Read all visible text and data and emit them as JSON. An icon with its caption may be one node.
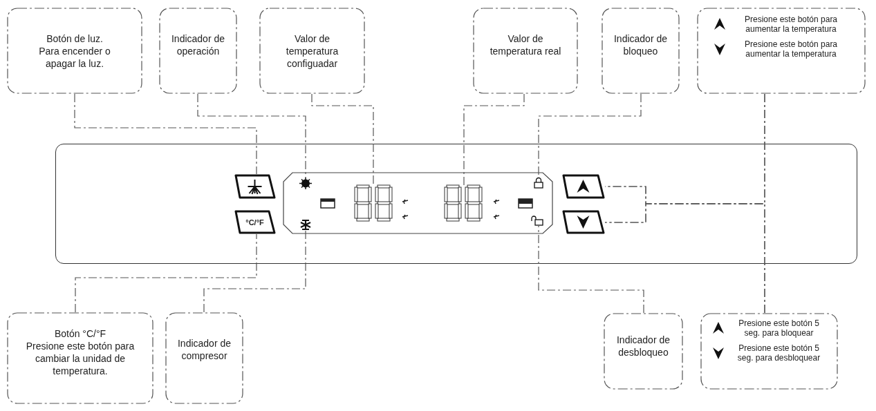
{
  "diagram": {
    "nodes": [
      {
        "text": [
          "Botón de luz.",
          "Para encender o apagar la luz."
        ]
      },
      {
        "text": [
          "Indicador de operación"
        ]
      },
      {
        "text": [
          "Valor de temperatura configuadar"
        ]
      },
      {
        "text": [
          "Valor de temperatura real"
        ]
      },
      {
        "text": [
          "Indicador de bloqueo"
        ]
      },
      {
        "text": [
          "Presione este botón para aumentar la temperatura",
          "Presione este botón para aumentar la temperatura"
        ]
      },
      {
        "text": [],
        "shape": "button"
      },
      {
        "text": [],
        "shape": "circle"
      },
      {
        "text": [],
        "shape": "display"
      },
      {
        "text": [],
        "shape": "display"
      },
      {
        "text": [],
        "shape": "box"
      },
      {
        "text": [],
        "shape": "button"
      },
      {
        "text": [
          "°C/°F"
        ]
      },
      {
        "text": [],
        "shape": "picture"
      },
      {
        "text": [],
        "shape": "picture"
      },
      {
        "text": [],
        "shape": "button"
      },
      {
        "text": [
          "Botón °C/°F",
          "Presione este botón para cambiar la unidad de temperatura."
        ]
      },
      {
        "text": [
          "Indicador de compresor"
        ]
      },
      {
        "text": [
          "Indicador de desbloqueo"
        ]
      },
      {
        "text": [
          "Presione este botón 5 seg. para bloquear",
          "Presione este botón 5 seg. para desbloquear"
        ]
      }
    ],
    "edges": [
      {
        "from": 0,
        "to": 6,
        "arrow": "none",
        "style": "dashed"
      },
      {
        "from": 1,
        "to": 7,
        "arrow": "none",
        "style": "dashed"
      },
      {
        "from": 2,
        "to": 8,
        "arrow": "none",
        "style": "dashed"
      },
      {
        "from": 3,
        "to": 9,
        "arrow": "none",
        "style": "dashed"
      },
      {
        "from": 4,
        "to": 10,
        "arrow": "none",
        "style": "dashed"
      },
      {
        "from": 5,
        "to": 11,
        "arrow": "none",
        "style": "dashed"
      },
      {
        "from": 5,
        "to": 15,
        "arrow": "none",
        "style": "dashed"
      },
      {
        "from": 16,
        "to": 12,
        "arrow": "none",
        "style": "dashed"
      },
      {
        "from": 17,
        "to": 13,
        "arrow": "none",
        "style": "dashed"
      },
      {
        "from": 18,
        "to": 14,
        "arrow": "none",
        "style": "dashed"
      },
      {
        "from": 19,
        "to": 11,
        "arrow": "none",
        "style": "dashed"
      },
      {
        "from": 19,
        "to": 15,
        "arrow": "none",
        "style": "dashed"
      }
    ]
  }
}
